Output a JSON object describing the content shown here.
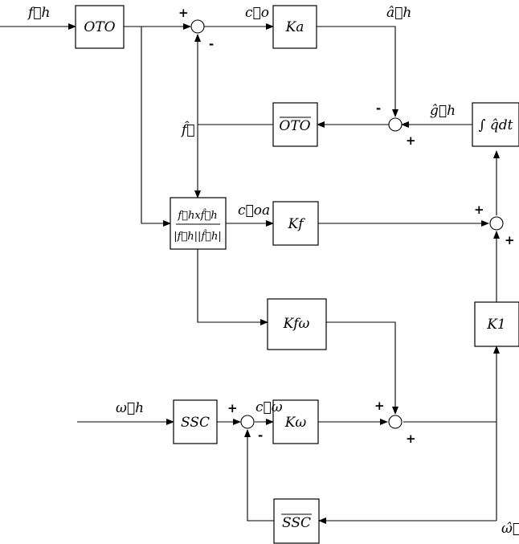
{
  "blocks": {
    "oto": "OTO",
    "ka": "Ka",
    "oto_bar": "OTO",
    "int": "∫ q̂dt",
    "cross_num": "f⃗hxf̂⃗h",
    "cross_den": "|f⃗h||f̂⃗h|",
    "kf": "Kf",
    "kfw": "Kfω",
    "k1": "K1",
    "ssc": "SSC",
    "kw": "Kω",
    "ssc_bar": "SSC"
  },
  "signals": {
    "fh": "f⃗h",
    "co": "c⃗o",
    "ah": "â⃗h",
    "gh": "ĝ⃗h",
    "fhat": "f̂⃗",
    "coa": "c⃗oa",
    "wh_in": "ω⃗h",
    "cw": "c⃗ω",
    "wh_hat": "ω̂⃗h"
  },
  "signs": {
    "plus": "+",
    "minus": "-"
  }
}
